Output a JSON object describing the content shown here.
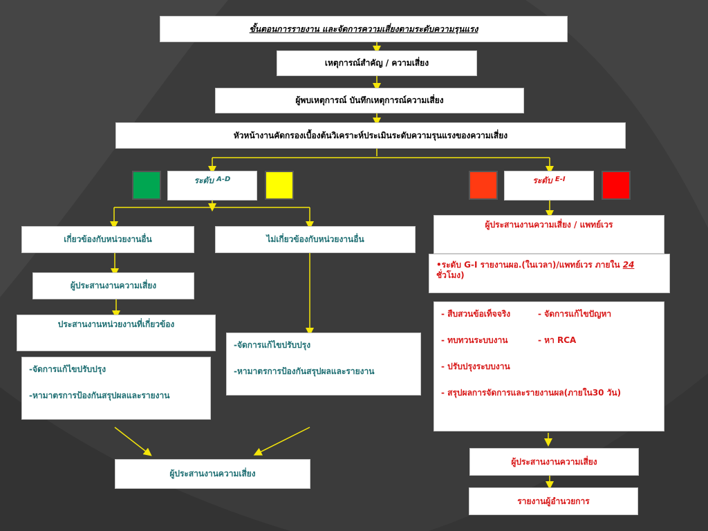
{
  "title": "ขั้นตอนการรายงาน และจัดการความเสี่ยงตามระดับความรุนแรง",
  "event": "เหตุการณ์สำคัญ / ความเสี่ยง",
  "reporter": "ผู้พบเหตุการณ์  บันทึกเหตุการณ์ความเสี่ยง",
  "screening": "หัวหน้างานคัดกรองเบื้องต้นวิเคราะห์ประเมินระดับความรุนแรงของความเสี่ยง",
  "colors": {
    "green": "#00a651",
    "yellow": "#ffff00",
    "orange": "#ff3a12",
    "red": "#ff0000",
    "teal_text": "#1f6f73",
    "red_text": "#d81818",
    "connector": "#f5e60a"
  },
  "left": {
    "level": "ระดับ",
    "level_code": "A-D",
    "related": "เกี่ยวข้องกับหน่วยงานอื่น",
    "unrelated": "ไม่เกี่ยวข้องกับหน่วยงานอื่น",
    "coordinator": "ผู้ประสานงานความเสี่ยง",
    "coordinate_units": "ประสานงานหน่วยงานที่เกี่ยวข้อง",
    "actions_a": [
      "-จัดการแก้ไขปรับปรุง",
      "-หามาตรการป้องกันสรุปผลและรายงาน"
    ],
    "actions_b": [
      "-จัดการแก้ไขปรับปรุง",
      "-หามาตรการป้องกันสรุปผลและรายงาน"
    ],
    "final": "ผู้ประสานงานความเสี่ยง"
  },
  "right": {
    "level": "ระดับ",
    "level_code": "E-I",
    "coordinator_doctor": "ผู้ประสานงานความเสี่ยง / แพทย์เวร",
    "report_prefix": "•ระดับ G-I รายงานผอ.(ในเวลา)/แพทย์เวร ภายใน ",
    "report_hours": "24",
    "report_suffix": "ชั่วโมง)",
    "tasks": [
      [
        "- สืบสวนข้อเท็จจริง",
        "- จัดการแก้ไขปัญหา"
      ],
      [
        "- ทบทวนระบบงาน",
        "- หา RCA"
      ],
      [
        "- ปรับปรุงระบบงาน",
        ""
      ],
      [
        "- สรุปผลการจัดการและรายงานผล(ภายใน30 วัน)",
        ""
      ]
    ],
    "coordinator": "ผู้ประสานงานความเสี่ยง",
    "director": "รายงานผู้อำนวยการ"
  }
}
